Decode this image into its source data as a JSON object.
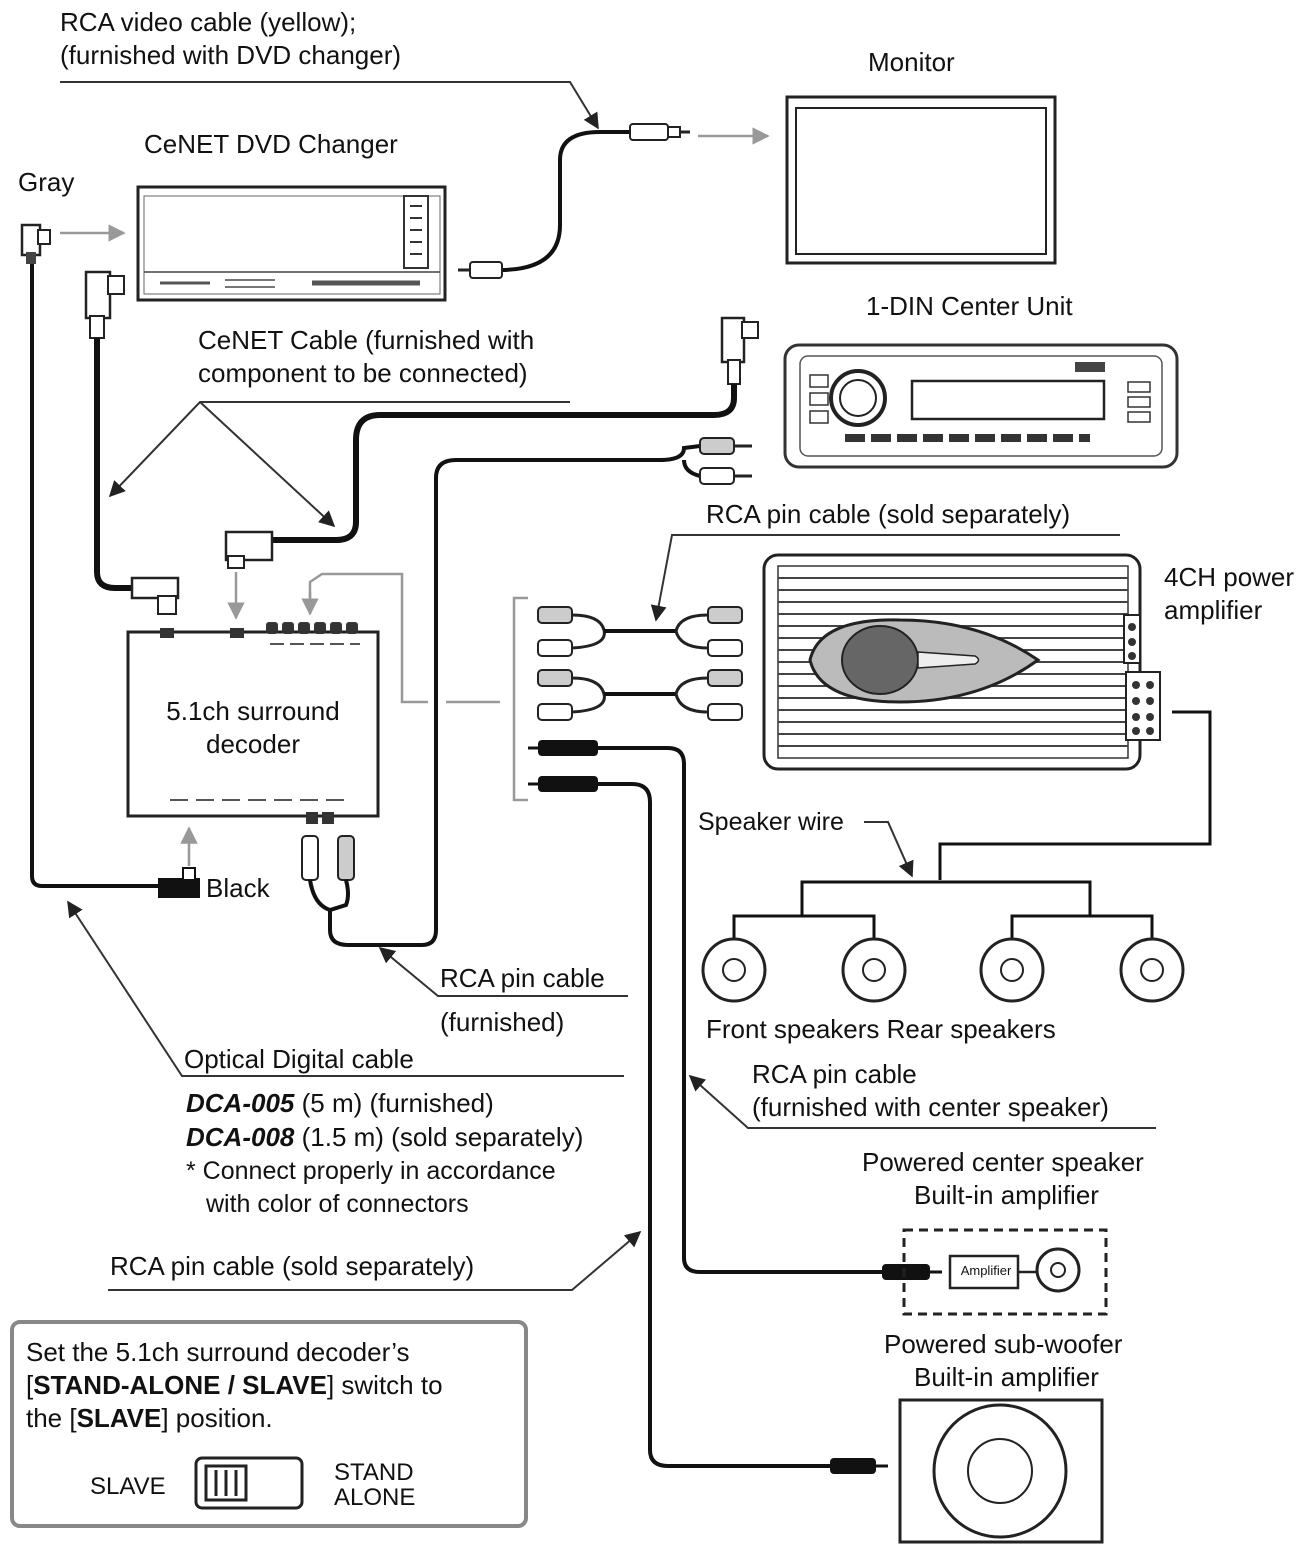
{
  "labels": {
    "rca_video_line1": "RCA video cable (yellow);",
    "rca_video_line2": "(furnished with DVD changer)",
    "monitor": "Monitor",
    "dvd_changer": "CeNET DVD Changer",
    "gray": "Gray",
    "center_unit": "1-DIN Center Unit",
    "cenet_cable_line1": "CeNET Cable (furnished with",
    "cenet_cable_line2": "component to be connected)",
    "rca_pin_sold_top": "RCA pin cable (sold separately)",
    "power_amp_line1": "4CH power",
    "power_amp_line2": "amplifier",
    "decoder_line1": "5.1ch surround",
    "decoder_line2": "decoder",
    "speaker_wire": "Speaker wire",
    "black": "Black",
    "rca_pin_furnished_line1": "RCA pin cable",
    "rca_pin_furnished_line2": "(furnished)",
    "speakers_caption": "Front speakers Rear speakers",
    "optical_cable": "Optical Digital cable",
    "rca_center_line1": "RCA pin cable",
    "rca_center_line2": "(furnished with center speaker)",
    "dca005_model": "DCA-005",
    "dca005_desc": "(5 m) (furnished)",
    "dca008_model": "DCA-008",
    "dca008_desc": "(1.5 m) (sold separately)",
    "connect_note_line1": "*  Connect properly in accordance",
    "connect_note_line2": "with color of connectors",
    "center_speaker_line1": "Powered center speaker",
    "center_speaker_line2": "Built-in amplifier",
    "amplifier": "Amplifier",
    "rca_pin_sold_bottom": "RCA pin cable (sold separately)",
    "subwoofer_line1": "Powered sub-woofer",
    "subwoofer_line2": "Built-in amplifier"
  },
  "note": {
    "line1": "Set the 5.1ch surround decoder’s",
    "line2_pre": "[",
    "line2_bold": "STAND-ALONE / SLAVE",
    "line2_post": "] switch to",
    "line3_pre": "the [",
    "line3_bold": "SLAVE",
    "line3_post": "] position.",
    "slave": "SLAVE",
    "stand": "STAND",
    "alone": "ALONE"
  }
}
